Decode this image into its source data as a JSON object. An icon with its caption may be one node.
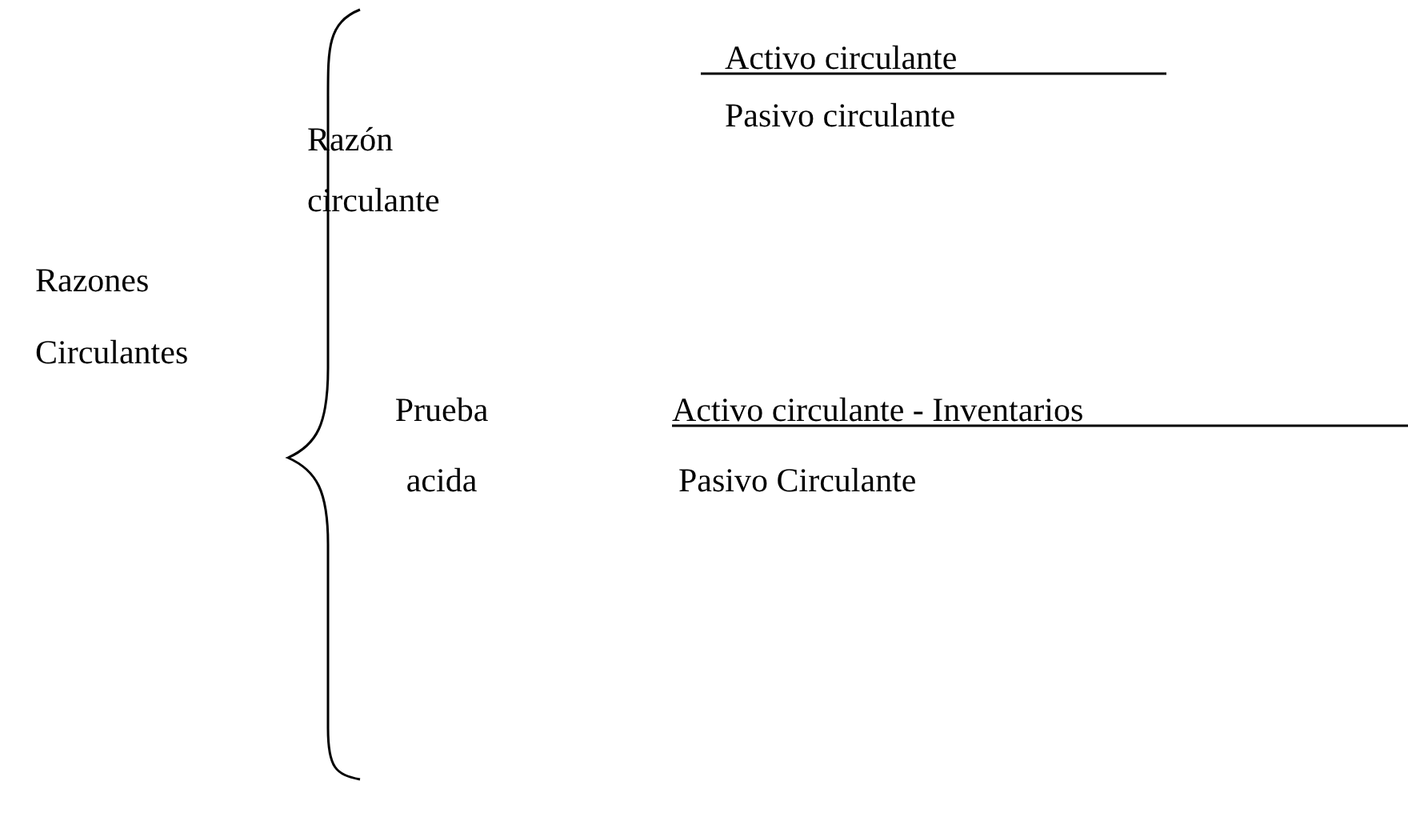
{
  "diagram": {
    "labels": [
      "Razón circulante",
      "Activo circulante",
      "Pasivo circulante",
      "Razones Circulantes",
      "Prueba acida",
      "Activo circulante - Inventarios",
      "Pasivo Circulante"
    ]
  }
}
